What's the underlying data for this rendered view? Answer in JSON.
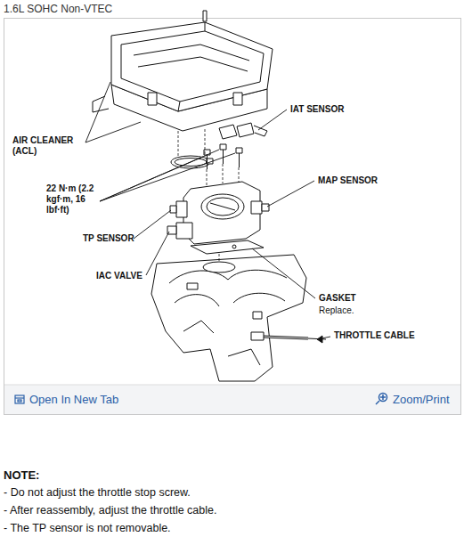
{
  "diagram": {
    "title": "1.6L SOHC Non-VTEC",
    "labels": [
      "AIR CLEANER (ACL)",
      "IAT SENSOR",
      "MAP SENSOR",
      "22 N·m (2.2 kgf·m, 16 lbf·ft)",
      "TP SENSOR",
      "IAC VALVE",
      "GASKET",
      "Replace.",
      "THROTTLE CABLE",
      "Open In New Tab",
      "Zoom/Print",
      "NOTE:",
      "- Do not adjust the throttle stop screw.",
      "- After reassembly, adjust the throttle cable.",
      "- The TP sensor is not removable."
    ]
  }
}
